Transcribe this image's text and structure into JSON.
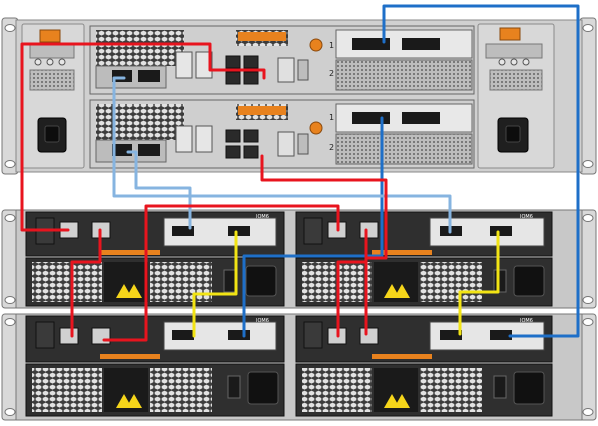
{
  "colors": {
    "chassis": "#2f2f2f",
    "chassis_edge": "#111111",
    "rail": "#d9d9d9",
    "rail_edge": "#7a7a7a",
    "mesh": "#5a5a5a",
    "mesh_hole": "#e6e6e6",
    "module_gray": "#cfcfcf",
    "port_dark": "#1a1a1a",
    "orange": "#e8821e",
    "cable_red": "#e8141e",
    "cable_blue": "#1e6fc8",
    "cable_lightblue": "#86b4e0",
    "cable_yellow": "#f2e414",
    "warning_yellow": "#f5d51a"
  },
  "controller_enclosure": {
    "slot_numbers": [
      "1",
      "2"
    ],
    "left_psu_icon": "power-inlet-icon",
    "right_psu_icon": "power-inlet-icon"
  },
  "disk_shelves": [
    {
      "iom_a": {
        "label": "IOM6",
        "port_labels": [
          "SQUARE",
          "CIRCLE"
        ]
      },
      "iom_b": {
        "label": "IOM6",
        "port_labels": [
          "SQUARE",
          "CIRCLE"
        ]
      }
    },
    {
      "iom_a": {
        "label": "IOM6",
        "port_labels": [
          "SQUARE",
          "CIRCLE"
        ]
      },
      "iom_b": {
        "label": "IOM6",
        "port_labels": [
          "SQUARE",
          "CIRCLE"
        ]
      }
    }
  ],
  "icons": [
    "warning-label-icon",
    "power-switch-icon",
    "power-inlet-icon",
    "wrench-icon"
  ]
}
